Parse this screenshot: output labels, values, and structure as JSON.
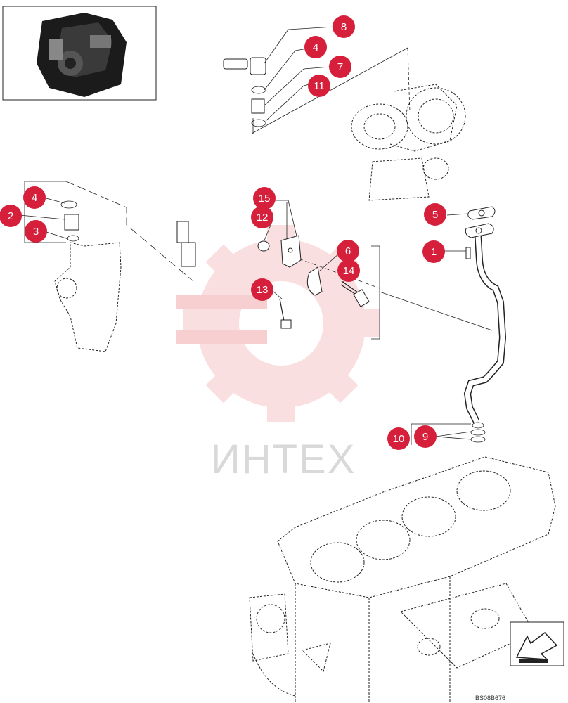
{
  "callouts": [
    {
      "id": "c8",
      "label": "8"
    },
    {
      "id": "c4a",
      "label": "4"
    },
    {
      "id": "c7",
      "label": "7"
    },
    {
      "id": "c11",
      "label": "11"
    },
    {
      "id": "c4b",
      "label": "4"
    },
    {
      "id": "c2",
      "label": "2"
    },
    {
      "id": "c3",
      "label": "3"
    },
    {
      "id": "c15",
      "label": "15"
    },
    {
      "id": "c12",
      "label": "12"
    },
    {
      "id": "c6",
      "label": "6"
    },
    {
      "id": "c14",
      "label": "14"
    },
    {
      "id": "c13",
      "label": "13"
    },
    {
      "id": "c5",
      "label": "5"
    },
    {
      "id": "c1",
      "label": "1"
    },
    {
      "id": "c10",
      "label": "10"
    },
    {
      "id": "c9",
      "label": "9"
    }
  ],
  "watermark": {
    "text": "ИНТЕХ",
    "color": "#e8474e"
  },
  "reference_code": "BS08B676",
  "colors": {
    "callout_fill": "#d61f3a",
    "line": "#222222",
    "watermark_gear": "#f6c5c8"
  },
  "icons": {
    "direction_arrow": "arrow-icon",
    "engine_thumbnail": "engine-icon"
  }
}
